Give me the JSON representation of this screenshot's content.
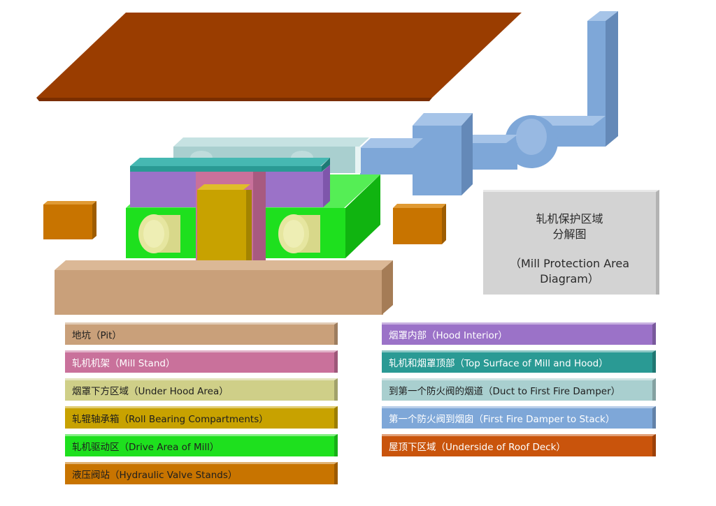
{
  "title_box": {
    "line1": "轧机保护区域",
    "line2": "分解图",
    "line3": "（Mill Protection Area",
    "line4": "Diagram）"
  },
  "colors": {
    "roof_deck": "#9a3d00",
    "duct": "#7ea7d8",
    "hood_top_surface": "#2a9a94",
    "hood_interior": "#9b72c8",
    "mill_stand": "#c9719b",
    "drive_area": "#1ee01e",
    "roll_bearing": "#c8a200",
    "under_hood": "#cfcf88",
    "pit": "#c9a07a",
    "hydraulic": "#c87400",
    "duct_first_damper": "#a9cfcf"
  },
  "legend_left": [
    {
      "label": "地坑（Pit）",
      "color": "#c9a07a",
      "text_light": false
    },
    {
      "label": "轧机机架（Mill Stand）",
      "color": "#c9719b",
      "text_light": true
    },
    {
      "label": "烟罩下方区域（Under Hood Area）",
      "color": "#cfcf88",
      "text_light": false
    },
    {
      "label": "轧辊轴承箱（Roll Bearing Compartments）",
      "color": "#c8a200",
      "text_light": false
    },
    {
      "label": "轧机驱动区（Drive Area of Mill）",
      "color": "#1ee01e",
      "text_light": false
    },
    {
      "label": "液压阀站（Hydraulic Valve Stands）",
      "color": "#c87400",
      "text_light": false
    }
  ],
  "legend_right": [
    {
      "label": "烟罩内部（Hood Interior）",
      "color": "#9b72c8",
      "text_light": true
    },
    {
      "label": "轧机和烟罩顶部（Top Surface of Mill and Hood）",
      "color": "#2a9a94",
      "text_light": true
    },
    {
      "label": "到第一个防火阀的烟道（Duct to First Fire Damper）",
      "color": "#a9cfcf",
      "text_light": false
    },
    {
      "label": "第一个防火阀到烟囱（First Fire Damper to Stack）",
      "color": "#7ea7d8",
      "text_light": true
    },
    {
      "label": "屋顶下区域（Underside of Roof Deck）",
      "color": "#c9540c",
      "text_light": true
    }
  ]
}
